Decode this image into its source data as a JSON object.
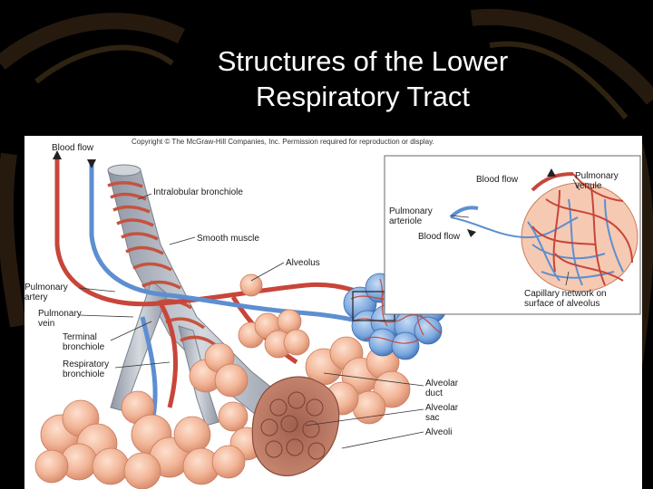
{
  "slide": {
    "title_line1": "Structures of the Lower",
    "title_line2": "Respiratory Tract"
  },
  "figure": {
    "copyright": "Copyright © The McGraw-Hill Companies, Inc. Permission required for reproduction or display.",
    "labels": {
      "blood_flow_top": "Blood flow",
      "intralobular_bronchiole": "Intralobular bronchiole",
      "smooth_muscle": "Smooth muscle",
      "alveolus": "Alveolus",
      "pulmonary_artery_1": "Pulmonary",
      "pulmonary_artery_2": "artery",
      "pulmonary_vein_1": "Pulmonary",
      "pulmonary_vein_2": "vein",
      "terminal_bronchiole_1": "Terminal",
      "terminal_bronchiole_2": "bronchiole",
      "respiratory_bronchiole_1": "Respiratory",
      "respiratory_bronchiole_2": "bronchiole",
      "alveolar_duct_1": "Alveolar",
      "alveolar_duct_2": "duct",
      "alveolar_sac_1": "Alveolar",
      "alveolar_sac_2": "sac",
      "alveoli": "Alveoli",
      "inset_blood_flow_top": "Blood flow",
      "pulmonary_venule_1": "Pulmonary",
      "pulmonary_venule_2": "venule",
      "pulmonary_arteriole_1": "Pulmonary",
      "pulmonary_arteriole_2": "arteriole",
      "inset_blood_flow_bottom": "Blood flow",
      "capillary_network_1": "Capillary network on",
      "capillary_network_2": "surface of alveolus"
    }
  },
  "colors": {
    "artery": "#c8453a",
    "vein": "#5d8fd0",
    "alveoli": "#f0b89a",
    "bronchiole": "#b0b6c2",
    "background": "#000000"
  }
}
